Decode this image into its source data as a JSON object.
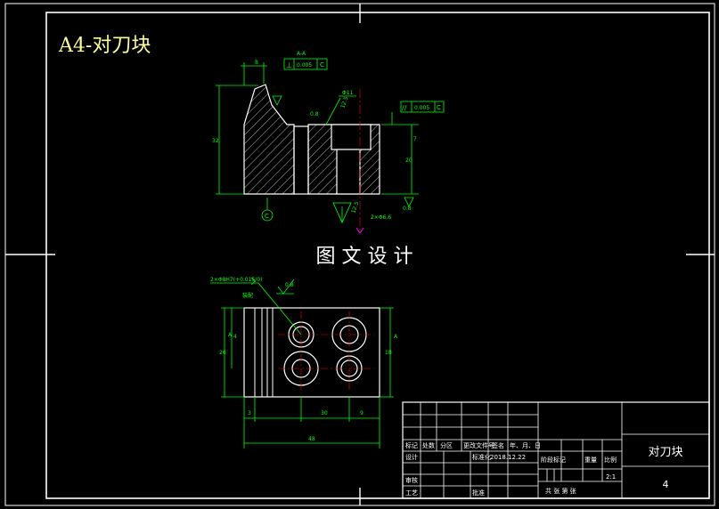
{
  "drawing": {
    "sheet_title": "A4-对刀块",
    "watermark": "图 文 设 计",
    "part_name": "对刀块",
    "sheet_number": "4",
    "colors": {
      "background": "#000000",
      "frame": "#ffffff",
      "outline": "#ffffff",
      "dimension": "#00ff00",
      "centerline": "#ff0000",
      "title": "#ffff99"
    }
  },
  "front_view": {
    "section_label": "A-A",
    "datum_label": "C",
    "tolerances": [
      {
        "symbol": "⊥",
        "value": "0.005",
        "datum": "C"
      },
      {
        "symbol": "//",
        "value": "0.005",
        "datum": "C"
      }
    ],
    "dims": {
      "top_left": "8",
      "bore_dia": "Φ11",
      "chamfer_top": "12.5",
      "chamfer_left": "0.8",
      "height_left": "32",
      "right_small": "7",
      "right_height": "20",
      "right_bottom": "0.8",
      "bottom_roughness": "12.5",
      "hole_note": "2×Φ6.6"
    }
  },
  "top_view": {
    "pin_note": "2×Φ8H7(+0.015/0)",
    "section_mark": "A",
    "labels": {
      "top_mark": "装配",
      "roughness": "0.8"
    },
    "dims": {
      "left_height": "26",
      "left_small": "4",
      "right_height": "18",
      "bottom_a": "3",
      "bottom_b": "30",
      "bottom_c": "9",
      "overall": "48"
    }
  },
  "title_block": {
    "row_labels": [
      "标记",
      "设计",
      "",
      "审核",
      "工艺"
    ],
    "row_cols": [
      "处数",
      "分区",
      "更改文件号",
      "签名",
      "年、月、日"
    ],
    "design_date": "2018.12.22",
    "standardize": "标准化",
    "approve": "批准",
    "stage_mark": "阶段标记",
    "weight": "重量",
    "ratio_label": "比例",
    "scale": "2:1",
    "sheets_total": "共  张  第  张"
  }
}
